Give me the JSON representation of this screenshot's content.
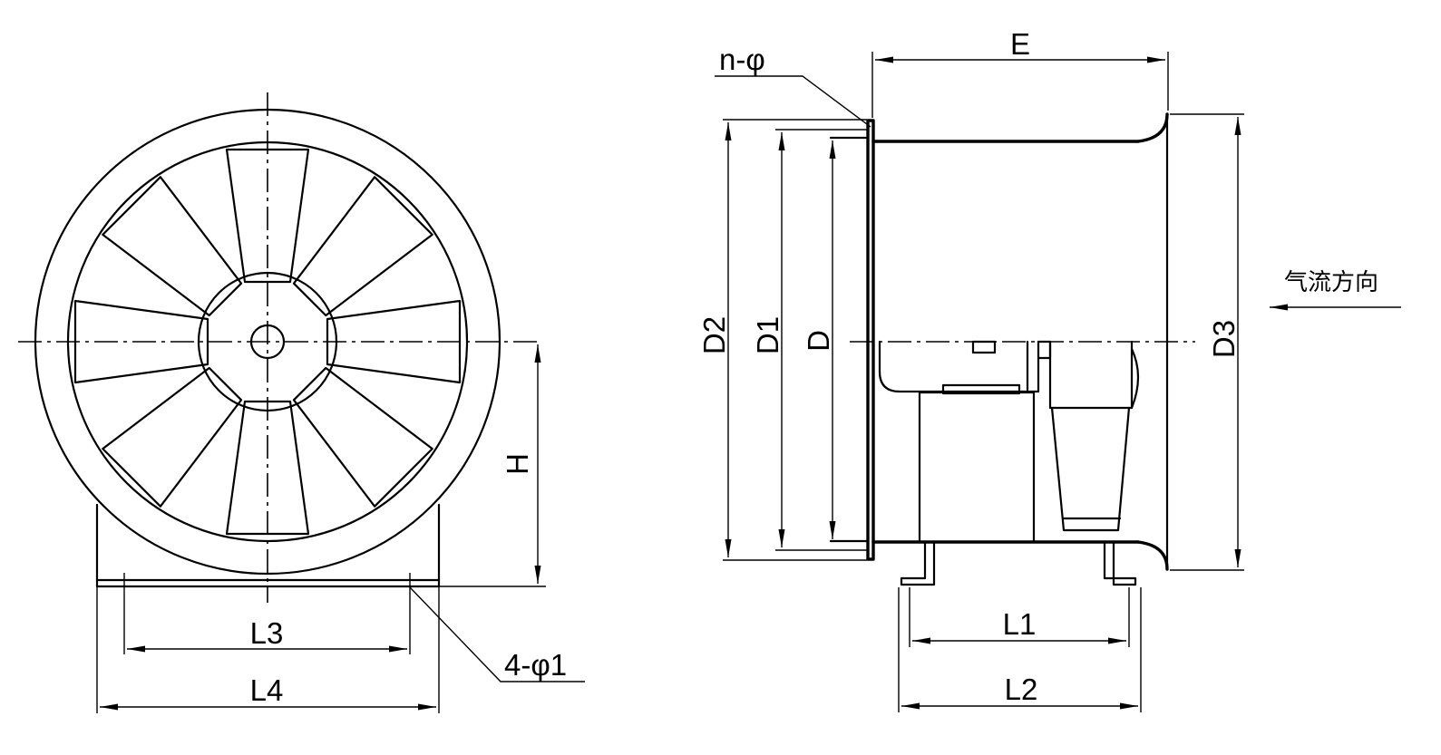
{
  "labels": {
    "h": "H",
    "l3": "L3",
    "l4": "L4",
    "hole_front": "4-φ1",
    "hole_side": "n-φ",
    "e": "E",
    "d": "D",
    "d1": "D1",
    "d2": "D2",
    "d3": "D3",
    "l1": "L1",
    "l2": "L2",
    "airflow": "气流方向"
  },
  "colors": {
    "stroke": "#000000",
    "background": "#ffffff"
  },
  "views": [
    "front-view",
    "side-view"
  ],
  "front_view": {
    "blade_count": 8
  }
}
